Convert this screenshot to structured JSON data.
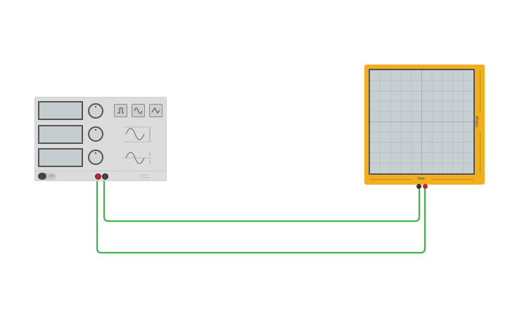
{
  "function_generator": {
    "power_toggle_label": "OFF",
    "waveforms": [
      "square-wave-icon",
      "sine-wave-icon",
      "triangle-wave-icon"
    ],
    "brand_label": "Function Generator",
    "terminal_colors": {
      "positive": "#c0262d",
      "negative": "#444444"
    }
  },
  "oscilloscope": {
    "x_axis_label": "Time",
    "y_axis_label": "Voltage",
    "frame_color": "#f2ae1c"
  },
  "wire_color": "#3db54a"
}
